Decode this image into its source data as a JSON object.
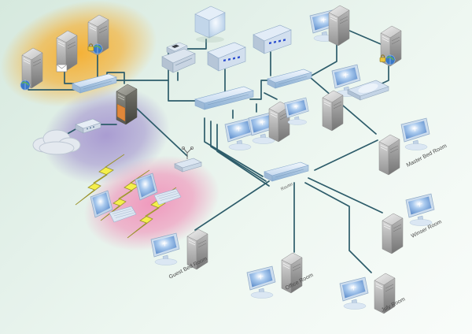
{
  "background": {
    "from": "#d6e9de",
    "mid": "#eef7f1",
    "to": "#f9fcfa"
  },
  "palette": {
    "connection_line": "#2d5c6a",
    "glow_yellow": "#f6ae2d",
    "glow_purple": "#a393cf",
    "glow_pink": "#f095bb",
    "lightning_yellow": "#f4ef4c",
    "firewall_orange": "#e0873a",
    "screen_blue": "#4d7fc2",
    "label_text": "#4a4a4a"
  },
  "labels": {
    "router": "Router",
    "rooms": {
      "master": "Master Bed Room",
      "winser": "Winser Room",
      "july": "July Room",
      "office": "Office Room",
      "guest": "Guest Bed Room"
    }
  },
  "icons": [
    "globe-icon",
    "mail-icon",
    "secure-globe-icon",
    "lock-icon",
    "cloud-icon",
    "antenna-icon",
    "lightning-bolt-icon"
  ]
}
